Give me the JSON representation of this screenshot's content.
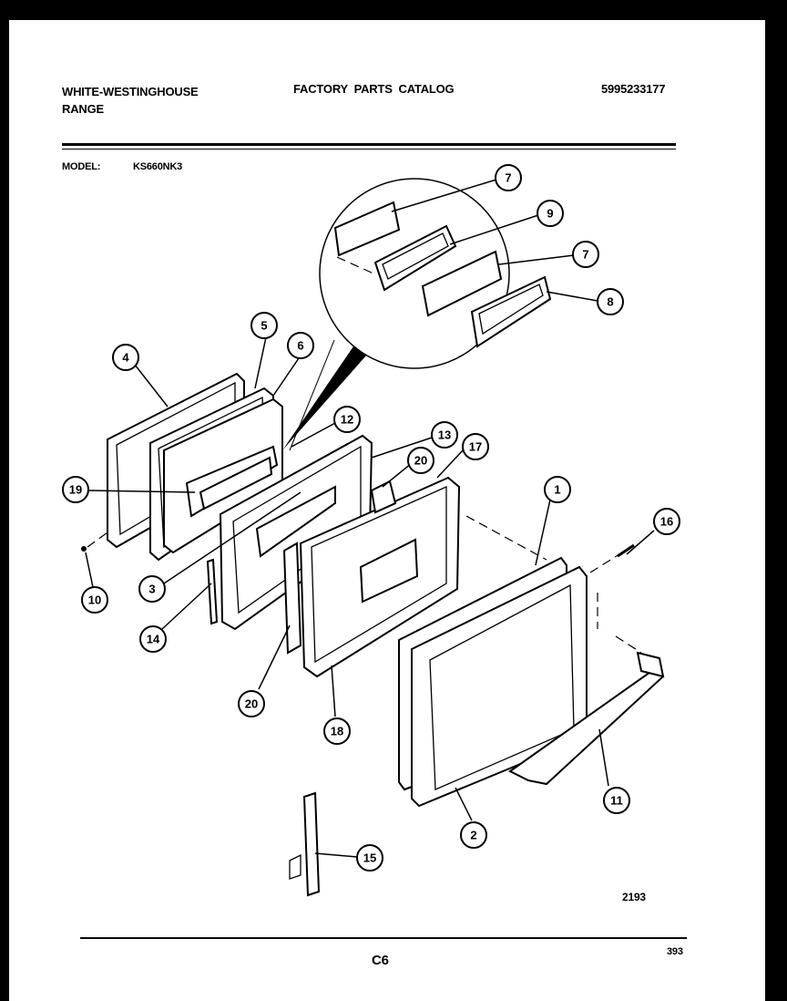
{
  "header": {
    "brand_line1": "WHITE-WESTINGHOUSE",
    "brand_line2": "RANGE",
    "catalog_title": "FACTORY  PARTS  CATALOG",
    "catalog_number": "5995233177",
    "model_label": "MODEL:",
    "model_value": "KS660NK3"
  },
  "diagram": {
    "callouts": [
      {
        "id": "c1",
        "label": "1"
      },
      {
        "id": "c2",
        "label": "2"
      },
      {
        "id": "c3",
        "label": "3"
      },
      {
        "id": "c4",
        "label": "4"
      },
      {
        "id": "c5",
        "label": "5"
      },
      {
        "id": "c6",
        "label": "6"
      },
      {
        "id": "c7a",
        "label": "7"
      },
      {
        "id": "c7b",
        "label": "7"
      },
      {
        "id": "c8",
        "label": "8"
      },
      {
        "id": "c9",
        "label": "9"
      },
      {
        "id": "c10",
        "label": "10"
      },
      {
        "id": "c11",
        "label": "11"
      },
      {
        "id": "c12",
        "label": "12"
      },
      {
        "id": "c13",
        "label": "13"
      },
      {
        "id": "c14",
        "label": "14"
      },
      {
        "id": "c15",
        "label": "15"
      },
      {
        "id": "c16",
        "label": "16"
      },
      {
        "id": "c17",
        "label": "17"
      },
      {
        "id": "c18",
        "label": "18"
      },
      {
        "id": "c19",
        "label": "19"
      },
      {
        "id": "c20a",
        "label": "20"
      },
      {
        "id": "c20b",
        "label": "20"
      }
    ],
    "drawing_number": "2193"
  },
  "footer": {
    "section": "C6",
    "page_number": "393"
  }
}
